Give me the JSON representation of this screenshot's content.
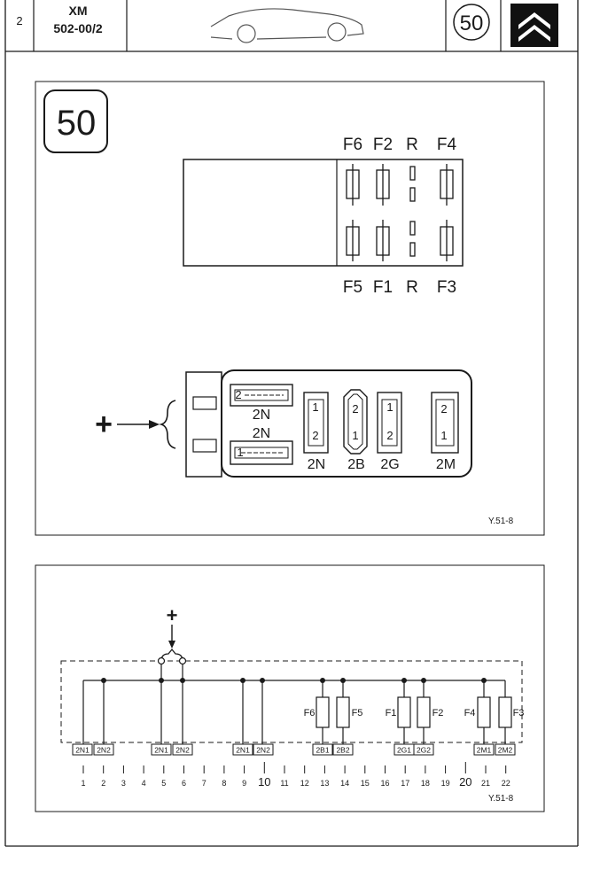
{
  "header": {
    "page_number": "2",
    "model": "XM",
    "doc_ref": "502-00/2",
    "diagram_number": "50",
    "logo": "citroen-double-chevron"
  },
  "panel1": {
    "badge": "50",
    "fuse_top_labels": [
      "F6",
      "F2",
      "R",
      "F4"
    ],
    "fuse_bottom_labels": [
      "F5",
      "F1",
      "R",
      "F3"
    ],
    "plus_sign": "+",
    "connectors": {
      "top_left": "2N",
      "bottom_left": "2N",
      "c_2n": "2N",
      "c_2b": "2B",
      "c_2g": "2G",
      "c_2m": "2M",
      "pin_1": "1",
      "pin_2": "2"
    },
    "ref": "Y.51-8"
  },
  "panel2": {
    "plus_sign": "+",
    "fuse_labels": [
      "F6",
      "F5",
      "F1",
      "F2",
      "F4",
      "F3"
    ],
    "terminals": [
      "2N1",
      "2N2",
      "2N1",
      "2N2",
      "2N1",
      "2N2",
      "2B1",
      "2B2",
      "2G1",
      "2G2",
      "2M1",
      "2M2"
    ],
    "scale": [
      "1",
      "2",
      "3",
      "4",
      "5",
      "6",
      "7",
      "8",
      "9",
      "10",
      "11",
      "12",
      "13",
      "14",
      "15",
      "16",
      "17",
      "18",
      "19",
      "20",
      "21",
      "22"
    ],
    "ref": "Y.51-8"
  }
}
